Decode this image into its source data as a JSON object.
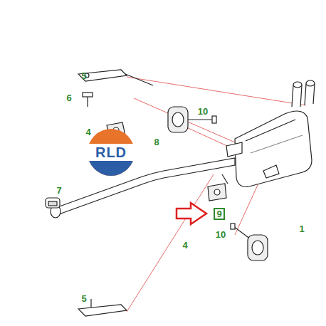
{
  "diagram": {
    "labels": [
      "5",
      "6",
      "4",
      "8",
      "10",
      "RLD",
      "7",
      "4",
      "1",
      "9",
      "10",
      "5"
    ]
  }
}
